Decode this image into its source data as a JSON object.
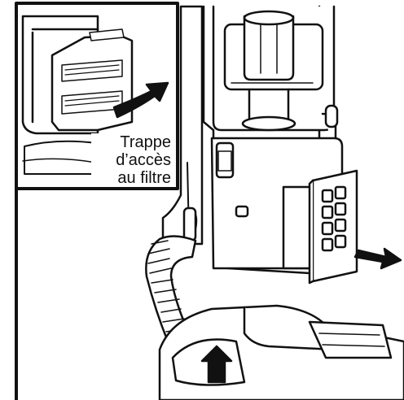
{
  "inset": {
    "label_lines": [
      "Trappe",
      "d’accès",
      "au filtre"
    ]
  },
  "icons": [
    "vacuum-icon",
    "filter-door-icon",
    "hepa-filter-icon",
    "arrow-icon"
  ],
  "colors": {
    "stroke": "#111111",
    "fill": "#ffffff",
    "background": "#ffffff"
  }
}
